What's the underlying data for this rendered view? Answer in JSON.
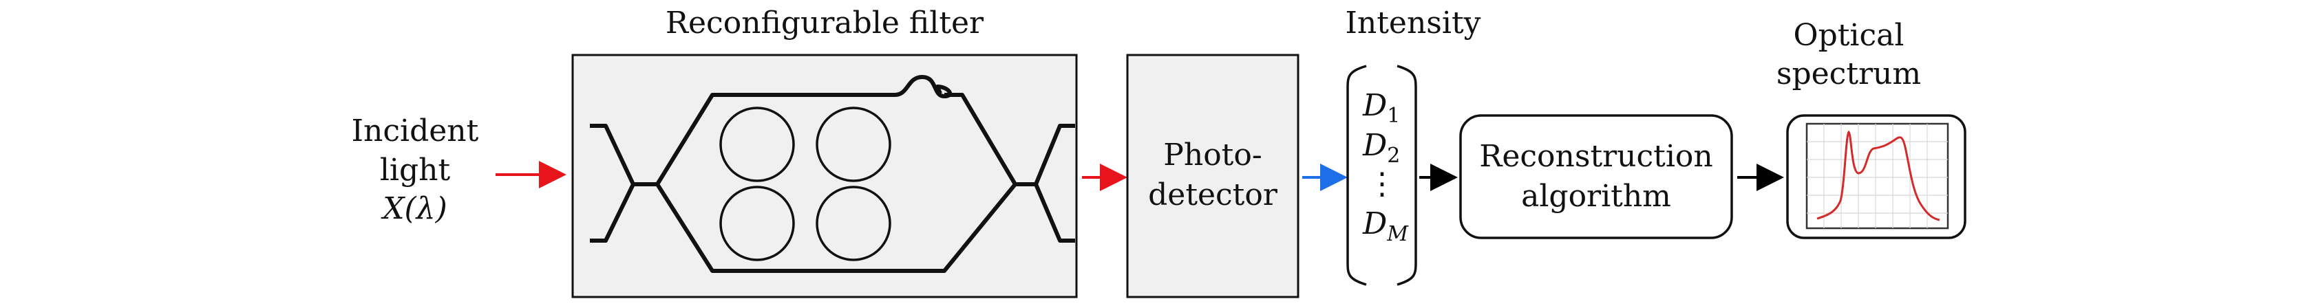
{
  "input": {
    "line1": "Incident",
    "line2": "light",
    "symbol": "X(λ)"
  },
  "filter": {
    "title": "Reconfigurable filter"
  },
  "detector": {
    "line1": "Photo-",
    "line2": "detector"
  },
  "intensity": {
    "title": "Intensity",
    "d1": "D",
    "d1_sub": "1",
    "d2": "D",
    "d2_sub": "2",
    "dots": "⋮",
    "dm": "D",
    "dm_sub": "M"
  },
  "algorithm": {
    "line1": "Reconstruction",
    "line2": "algorithm"
  },
  "spectrum": {
    "title1": "Optical",
    "title2": "spectrum"
  },
  "colors": {
    "input_arrow": "#e8141c",
    "filter_out_arrow": "#e8141c",
    "detector_out_arrow": "#1e6fe8",
    "black_arrow": "#000000",
    "box_fill": "#f0f0f0",
    "spectrum_curve": "#d42a2a"
  },
  "icons": {
    "spectrum_plot": "spectrum-thumbnail-icon"
  }
}
